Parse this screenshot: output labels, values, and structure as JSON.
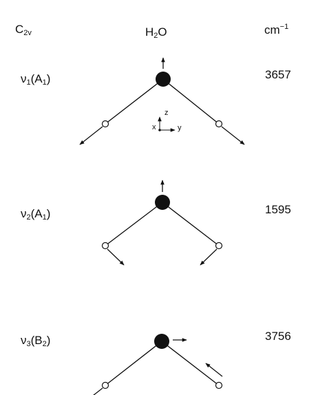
{
  "header": {
    "point_group": {
      "base": "C",
      "sub": "2v"
    },
    "molecule": {
      "a": "H",
      "sub": "2",
      "b": "O"
    },
    "unit": {
      "base": "cm",
      "sup": "−1"
    }
  },
  "modes": [
    {
      "nu": "ν",
      "index": "1",
      "sym": "A",
      "sym_sub": "1",
      "wavenumber": "3657"
    },
    {
      "nu": "ν",
      "index": "2",
      "sym": "A",
      "sym_sub": "1",
      "wavenumber": "1595"
    },
    {
      "nu": "ν",
      "index": "3",
      "sym": "B",
      "sym_sub": "2",
      "wavenumber": "3756"
    }
  ],
  "axes": {
    "z": "z",
    "y": "y",
    "x": "x"
  }
}
